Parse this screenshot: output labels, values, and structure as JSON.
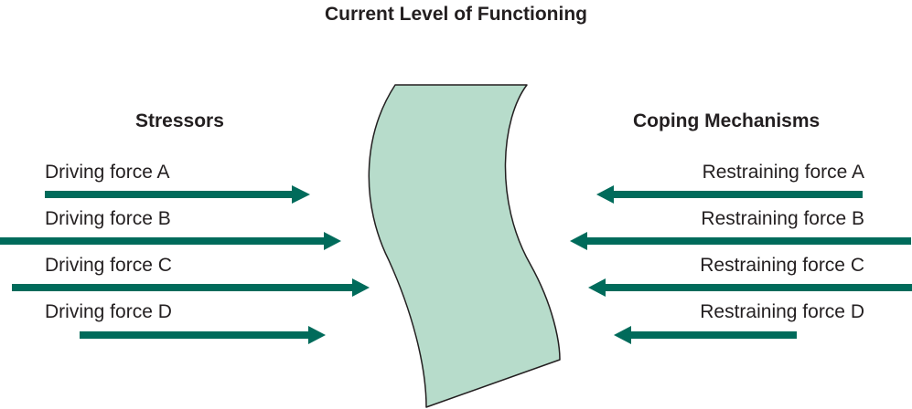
{
  "title": "Current Level of Functioning",
  "left_heading": "Stressors",
  "right_heading": "Coping Mechanisms",
  "driving_forces": [
    "Driving force A",
    "Driving force B",
    "Driving force C",
    "Driving force D"
  ],
  "restraining_forces": [
    "Restraining force A",
    "Restraining force B",
    "Restraining force C",
    "Restraining force D"
  ],
  "colors": {
    "arrow": "#006b5b",
    "functioning_band": "#b7dccb",
    "outline": "#231f20",
    "text": "#231f20"
  }
}
